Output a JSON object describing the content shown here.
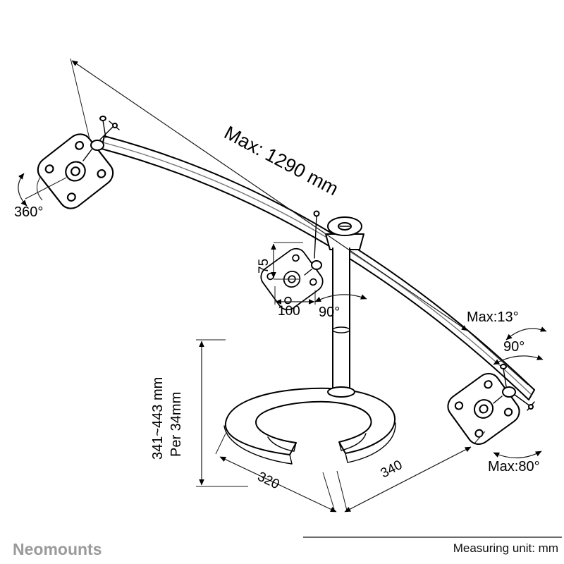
{
  "colors": {
    "background": "#ffffff",
    "line": "#000000",
    "brand_gray": "#9a9a9a"
  },
  "labels": {
    "arm_max_width": "Max: 1290 mm",
    "left_rotation": "360°",
    "vesa_vertical": "75",
    "vesa_horizontal": "100",
    "center_swivel": "90°",
    "right_tilt": "Max:13°",
    "right_swivel": "90°",
    "height_range": "341~443 mm",
    "height_step": "Per 34mm",
    "base_depth": "320",
    "base_width": "340",
    "right_rotation": "Max:80°"
  },
  "footer": {
    "brand": "Neomounts",
    "note": "Measuring unit: mm"
  }
}
